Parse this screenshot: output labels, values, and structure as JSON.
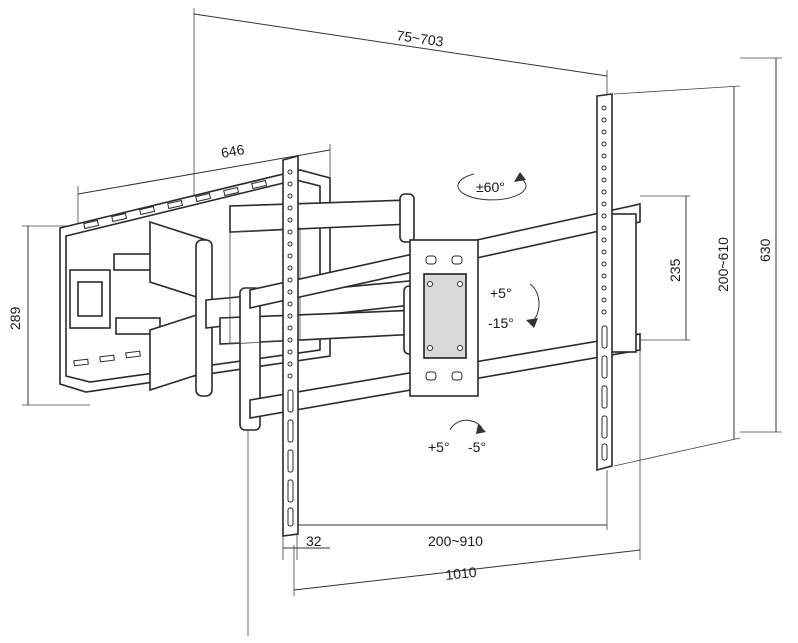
{
  "dimensions": {
    "top_reach": "75~703",
    "wall_plate_width": "646",
    "wall_plate_height": "289",
    "vesa_vertical": "235",
    "rail_vertical": "200~610",
    "overall_height": "630",
    "slot_spacing": "32",
    "vesa_horizontal": "200~910",
    "overall_width": "1010"
  },
  "motion": {
    "swivel": "±60°",
    "tilt_up": "+5°",
    "tilt_down": "-15°",
    "level_plus": "+5°",
    "level_minus": "-5°"
  }
}
